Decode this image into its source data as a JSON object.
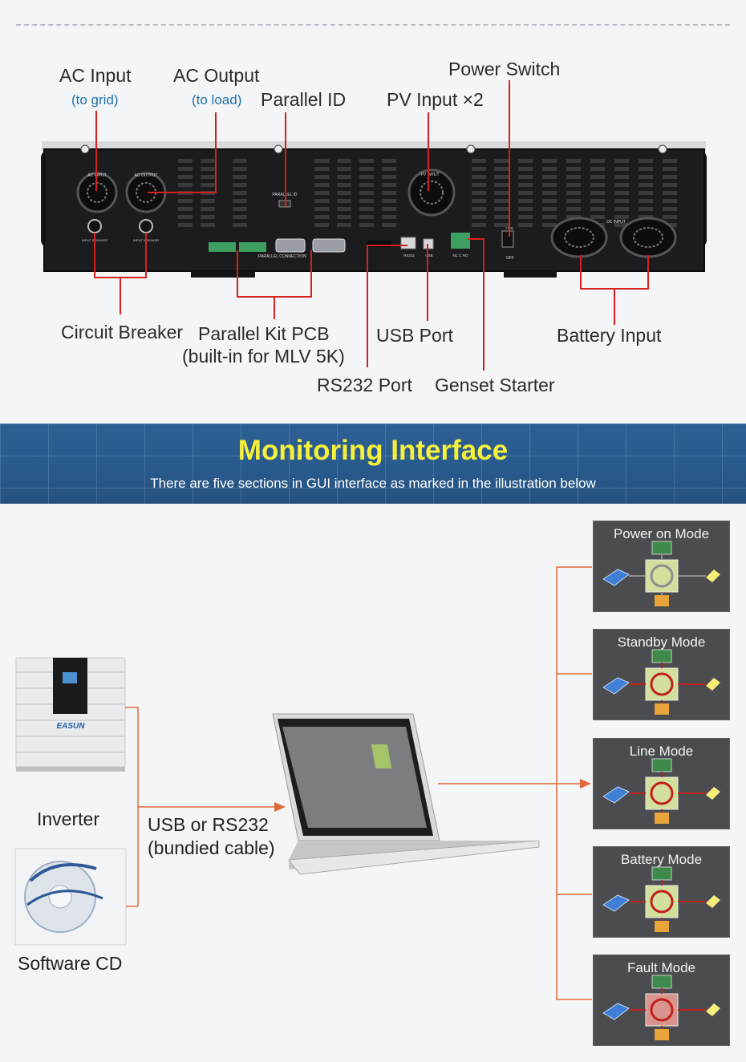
{
  "rear_panel": {
    "callouts": {
      "ac_input": "AC Input",
      "ac_input_sub": "(to grid)",
      "ac_output": "AC Output",
      "ac_output_sub": "(to load)",
      "parallel_id": "Parallel ID",
      "pv_input": "PV Input ×2",
      "power_switch": "Power Switch",
      "circuit_breaker": "Circuit Breaker",
      "parallel_kit_line1": "Parallel Kit PCB",
      "parallel_kit_line2": "(built-in for MLV 5K)",
      "usb_port": "USB Port",
      "battery_input": "Battery Input",
      "rs232_port": "RS232 Port",
      "genset_starter": "Genset Starter"
    },
    "panel_text": {
      "ac_input": "AC INPUT",
      "ac_output": "AC OUTPUT",
      "parallel_id": "PARALLEL ID",
      "pv_input": "PV INPUT",
      "dc_input": "DC INPUT",
      "breaker_1": "INPUT BREAKER",
      "breaker_2": "INPUT BREAKER",
      "parallel_connection": "PARALLEL CONNECTION",
      "rs232": "RS232",
      "usb": "USB",
      "nc_c_no": "NC C NO",
      "off": "OFF",
      "on": "I ON"
    }
  },
  "banner": {
    "title": "Monitoring Interface",
    "subtitle": "There are five sections in GUI interface as marked in the illustration below"
  },
  "monitoring": {
    "inverter_label": "Inverter",
    "inverter_brand": "EASUN",
    "software_cd_label": "Software CD",
    "cable_line1": "USB or RS232",
    "cable_line2": "(bundied cable)",
    "modes": [
      {
        "title": "Power on Mode"
      },
      {
        "title": "Standby Mode"
      },
      {
        "title": "Line Mode"
      },
      {
        "title": "Battery Mode"
      },
      {
        "title": "Fault Mode"
      }
    ]
  },
  "colors": {
    "callout_line": "#d62020",
    "connector_line": "#e0683a",
    "banner_title": "#f7f03a",
    "banner_bg": "#2a5b8e",
    "sub_label": "#1f6fb0"
  }
}
